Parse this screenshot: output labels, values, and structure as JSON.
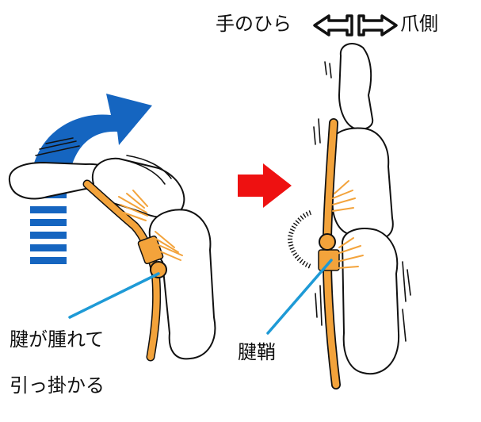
{
  "header": {
    "palm_label": "手のひら",
    "nail_label": "爪側"
  },
  "left_caption": {
    "line1": "腱が腫れて",
    "line2": "引っ掛かる"
  },
  "right_caption": {
    "sheath_label": "腱鞘"
  },
  "colors": {
    "tendon": "#f3a33b",
    "flexion_arrow": "#1565c0",
    "transition_arrow": "#ee1111",
    "pointer_line": "#1e9ad6",
    "bone_outline": "#111111"
  },
  "icons": {
    "direction": "double-headed-arrow-icon",
    "flexion": "curved-arrow-icon",
    "transition": "right-arrow-icon",
    "snap": "spring-icon"
  }
}
